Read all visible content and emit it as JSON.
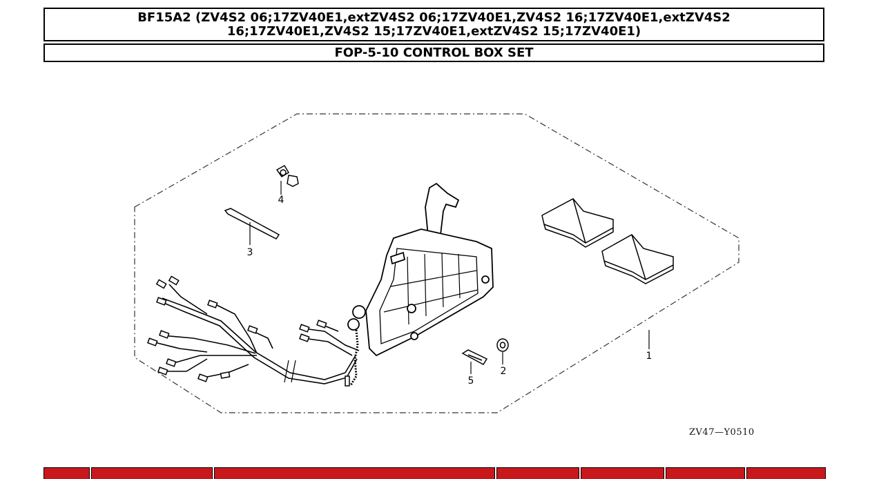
{
  "header": {
    "model_line": "BF15A2 (ZV4S2 06;17ZV40E1,extZV4S2 06;17ZV40E1,ZV4S2 16;17ZV40E1,extZV4S2 16;17ZV40E1,ZV4S2 15;17ZV40E1,extZV4S2 15;17ZV40E1)",
    "section_title": "FOP-5-10 CONTROL BOX SET"
  },
  "diagram": {
    "callouts": [
      "1",
      "2",
      "3",
      "4",
      "5"
    ],
    "drawing_code": "ZV47—Y0510"
  },
  "table_header": {
    "color": "#c8181c",
    "column_count": 7
  }
}
